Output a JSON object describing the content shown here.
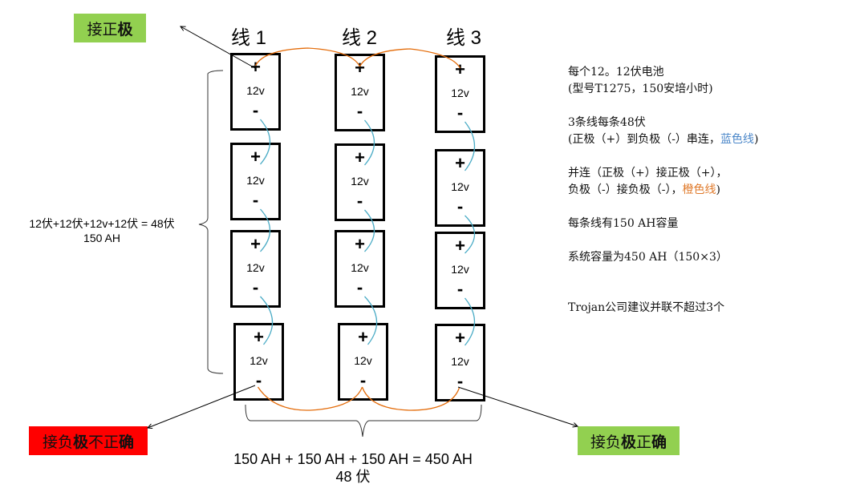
{
  "tags": {
    "positive": {
      "prefix": "接正",
      "bold": "极",
      "suffix": "",
      "color": "#92d050"
    },
    "negative_wrong": {
      "prefix": "接负",
      "bold": "极",
      "suffix_a": "不正",
      "suffix_b": "确",
      "color": "#ff0000"
    },
    "negative_right": {
      "prefix": "接负",
      "bold": "极",
      "suffix_a": "正",
      "suffix_b": "确",
      "color": "#92d050"
    }
  },
  "columns": [
    {
      "title": "线 1"
    },
    {
      "title": "线 2"
    },
    {
      "title": "线 3"
    }
  ],
  "battery": {
    "plus": "+",
    "voltage": "12v",
    "minus": "-"
  },
  "battery_grid": {
    "rows": 4,
    "cols": 3
  },
  "left_label": {
    "line1": "12伏+12伏+12v+12伏 = 48伏",
    "line2": "150 AH"
  },
  "bottom_label": {
    "line1": "150 AH + 150 AH + 150 AH = 450 AH",
    "line2": "48 伏"
  },
  "notes": {
    "n1a": "每个12。12伏电池",
    "n1b": "(型号T1275，150安培小时)",
    "n2a": "3条线每条48伏",
    "n2b_prefix": "(正极（+）到负极（-）串连，",
    "n2b_colored": "蓝色线",
    "n2b_suffix": ")",
    "n3a": "并连（正极（+）接正极（+），",
    "n3b_prefix": "负极（-）接负极（-），",
    "n3b_colored": "橙色线",
    "n3b_suffix": ")",
    "n4": "每条线有150 AH容量",
    "n5": "系统容量为450 AH（150×3）",
    "n6": "Trojan公司建议并联不超过3个"
  },
  "colors": {
    "series_wire": "#4bacc6",
    "parallel_wire": "#e46c0a",
    "note_blue": "#4a86c8",
    "note_orange": "#e07a2b"
  }
}
